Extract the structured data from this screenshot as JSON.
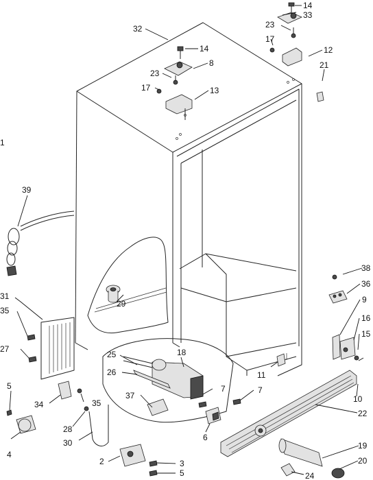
{
  "callouts": [
    {
      "id": "c1",
      "label": "1"
    },
    {
      "id": "c2",
      "label": "2"
    },
    {
      "id": "c3",
      "label": "3"
    },
    {
      "id": "c4",
      "label": "4"
    },
    {
      "id": "c5a",
      "label": "5"
    },
    {
      "id": "c5b",
      "label": "5"
    },
    {
      "id": "c6",
      "label": "6"
    },
    {
      "id": "c7a",
      "label": "7"
    },
    {
      "id": "c7b",
      "label": "7"
    },
    {
      "id": "c8",
      "label": "8"
    },
    {
      "id": "c9",
      "label": "9"
    },
    {
      "id": "c10",
      "label": "10"
    },
    {
      "id": "c11",
      "label": "11"
    },
    {
      "id": "c12",
      "label": "12"
    },
    {
      "id": "c13",
      "label": "13"
    },
    {
      "id": "c14a",
      "label": "14"
    },
    {
      "id": "c14b",
      "label": "14"
    },
    {
      "id": "c15",
      "label": "15"
    },
    {
      "id": "c16",
      "label": "16"
    },
    {
      "id": "c17a",
      "label": "17"
    },
    {
      "id": "c17b",
      "label": "17"
    },
    {
      "id": "c18",
      "label": "18"
    },
    {
      "id": "c19",
      "label": "19"
    },
    {
      "id": "c20",
      "label": "20"
    },
    {
      "id": "c21",
      "label": "21"
    },
    {
      "id": "c22",
      "label": "22"
    },
    {
      "id": "c23a",
      "label": "23"
    },
    {
      "id": "c23b",
      "label": "23"
    },
    {
      "id": "c24",
      "label": "24"
    },
    {
      "id": "c25",
      "label": "25"
    },
    {
      "id": "c26",
      "label": "26"
    },
    {
      "id": "c27",
      "label": "27"
    },
    {
      "id": "c28",
      "label": "28"
    },
    {
      "id": "c29",
      "label": "29"
    },
    {
      "id": "c30",
      "label": "30"
    },
    {
      "id": "c31",
      "label": "31"
    },
    {
      "id": "c32",
      "label": "32"
    },
    {
      "id": "c33",
      "label": "33"
    },
    {
      "id": "c34",
      "label": "34"
    },
    {
      "id": "c35a",
      "label": "35"
    },
    {
      "id": "c35b",
      "label": "35"
    },
    {
      "id": "c36",
      "label": "36"
    },
    {
      "id": "c37",
      "label": "37"
    },
    {
      "id": "c38",
      "label": "38"
    },
    {
      "id": "c39",
      "label": "39"
    }
  ]
}
